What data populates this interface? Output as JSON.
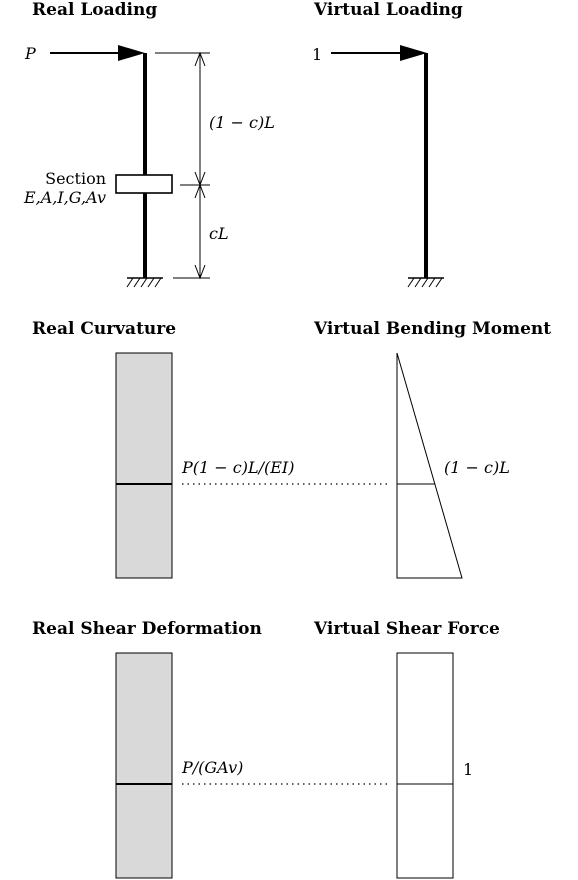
{
  "panels": {
    "real_loading": {
      "title": "Real Loading"
    },
    "virtual_loading": {
      "title": "Virtual Loading"
    },
    "real_curvature": {
      "title": "Real Curvature"
    },
    "virtual_bending_moment": {
      "title": "Virtual Bending Moment"
    },
    "real_shear_deformation": {
      "title": "Real Shear Deformation"
    },
    "virtual_shear_force": {
      "title": "Virtual Shear Force"
    }
  },
  "labels": {
    "load_P": "P",
    "unit_load": "1",
    "upper_dim": "(1 − c)L",
    "lower_dim": "cL",
    "section_title": "Section",
    "section_props": "E,A,I,G,Av",
    "curvature_value": "P(1 − c)L/(EI)",
    "moment_value": "(1 − c)L",
    "shear_def_value": "P/(GAv)",
    "shear_force_value": "1"
  },
  "colors": {
    "stroke": "#000000",
    "real_fill": "#d9d9d9",
    "virtual_fill": "#ffffff"
  }
}
